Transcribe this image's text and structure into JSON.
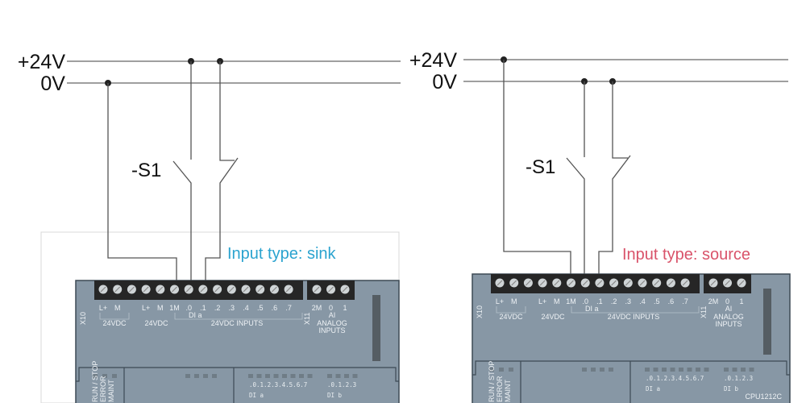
{
  "rails": {
    "plus": "+24V",
    "zero": "0V"
  },
  "switch_label": "-S1",
  "left": {
    "title": "Input type: sink",
    "title_color": "#2aa3cf"
  },
  "right": {
    "title": "Input type: source",
    "title_color": "#d9536a"
  },
  "plc": {
    "body_color": "#8797a5",
    "x10": "X10",
    "x11": "X11",
    "terminals": [
      "L+",
      "M",
      "",
      "L+",
      "M",
      "1M",
      ".0",
      ".1",
      ".2",
      ".3",
      ".4",
      ".5",
      ".6",
      ".7"
    ],
    "ai_terminals": [
      "2M",
      "0",
      "1"
    ],
    "group_24vdc": "24VDC",
    "dia": "DI a",
    "inputs_label": "24VDC INPUTS",
    "ai": "AI",
    "analog1": "ANALOG",
    "analog2": "INPUTS",
    "status": [
      "RUN / STOP",
      "ERROR",
      "MAINT"
    ],
    "dia_leds": ".0.1.2.3.4.5.6.7",
    "dib_leds": ".0.1.2.3",
    "dia_small": "DI a",
    "dib_small": "DI b",
    "model": "CPU1212C"
  }
}
